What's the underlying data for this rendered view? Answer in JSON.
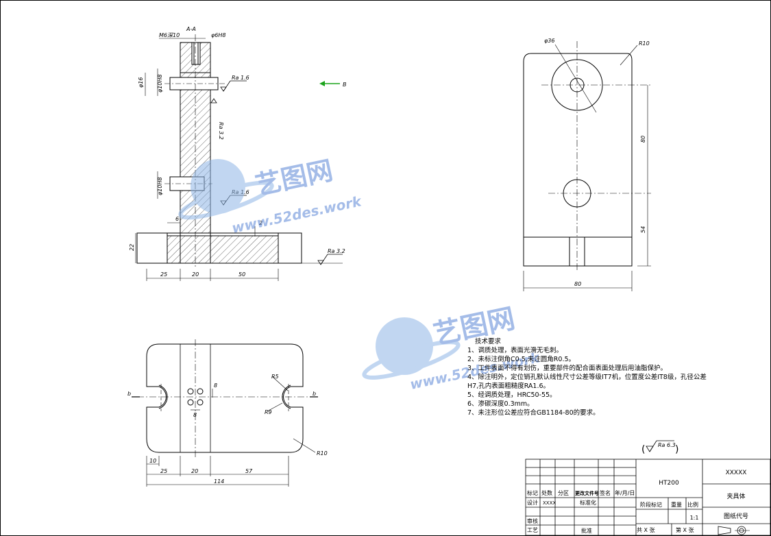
{
  "views": {
    "section_label": "A-A",
    "view_b_label": "B",
    "view_left_b": "b",
    "view_right_b": "b"
  },
  "dims_front": {
    "thread": "M6深10",
    "hole_top": "φ6H8",
    "d16": "φ16",
    "hole_upper": "φ10H8",
    "ra_upper": "Ra 1.6",
    "ra_side": "Ra 3.2",
    "hole_lower": "φ10H8",
    "ra_lower": "Ra 1.6",
    "six": "6",
    "two": "2",
    "h22": "22",
    "w25": "25",
    "w20": "20",
    "w50": "50",
    "ra_base": "Ra 3.2"
  },
  "dims_side": {
    "d36": "φ36",
    "r10": "R10",
    "h80": "80",
    "h54": "54",
    "w80": "80"
  },
  "dims_top": {
    "eight_a": "8",
    "eight_b": "8",
    "r5": "R5",
    "r9": "R9",
    "r10": "R10",
    "w10": "10",
    "w25": "25",
    "w20": "20",
    "w57": "57",
    "w114": "114"
  },
  "watermark": {
    "cn": "艺图网",
    "url": "www.52des.work"
  },
  "requirements": {
    "title": "技术要求",
    "items": [
      "1、调质处理，表面光滑无毛刺。",
      "2、未标注倒角C0.5,未注圆角R0.5。",
      "3、工件表面不得有划伤，重要部件的配合面表面处理后用油脂保护。",
      "4、除注明外，定位销孔默认线性尺寸公差等级IT7机，位置度公差IT8级，孔径公差",
      "H7,孔内表面粗糙度RA1.6。",
      "5、经调质处理，HRC50-55。",
      "6、渗碳深度0.3mm。",
      "7、未注形位公差应符合GB1184-80的要求。"
    ]
  },
  "roughness_general": {
    "value": "Ra 6.3"
  },
  "title_block": {
    "material": "HT200",
    "company": "XXXXX",
    "part_name": "夹具体",
    "drawing_no": "图纸代号",
    "scale": "1:1",
    "h_mark": "标记",
    "h_count": "处数",
    "h_zone": "分区",
    "h_docno": "更改文件号",
    "h_sign": "签名",
    "h_date": "年/月/日",
    "r_design": "设计",
    "r_designer": "XXXX",
    "r_std": "标准化",
    "r_review": "审核",
    "r_process": "工艺",
    "r_approve": "批准",
    "c_stage": "阶段标记",
    "c_weight": "重量",
    "c_ratio": "比例",
    "sheets_total": "共 X 张",
    "sheets_no": "第 X 张"
  }
}
